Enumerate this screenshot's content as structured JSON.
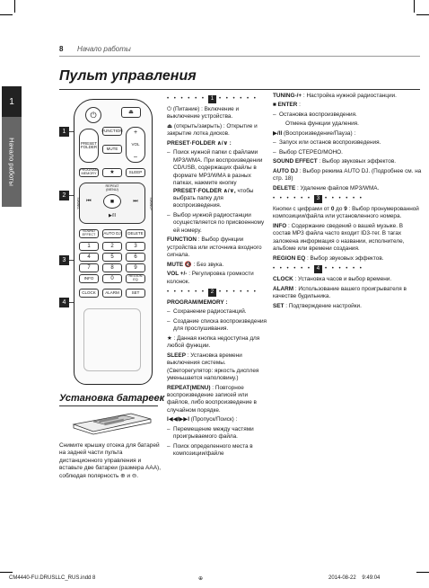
{
  "header": {
    "page_number": "8",
    "section": "Начало работы",
    "title": "Пульт управления"
  },
  "side_tab": {
    "number": "1",
    "label": "Начало работы"
  },
  "remote": {
    "sections": [
      "1",
      "2",
      "3",
      "4"
    ],
    "buttons": {
      "power": "⏻",
      "eject": "⏏",
      "preset_folder": "PRESET\nFOLDER",
      "function": "FUNCTION",
      "plus": "+",
      "vol": "VOL",
      "minus": "–",
      "mute": "MUTE",
      "program_memory": "PROGRAM\nMEMORY",
      "star": "★",
      "sleep": "SLEEP",
      "repeat": "REPEAT\n(MENU)",
      "prev": "⏮",
      "next": "⏭",
      "stop": "■",
      "play": "▶/II",
      "tuning_minus": "TUNING-",
      "tuning_plus": "TUNING+",
      "sound_effect": "SOUND\nEFFECT",
      "auto_dj": "AUTO DJ",
      "delete": "DELETE",
      "n1": "1",
      "n2": "2",
      "n3": "3",
      "n4": "4",
      "n5": "5",
      "n6": "6",
      "n7": "7",
      "n8": "8",
      "n9": "9",
      "info": "INFO",
      "n0": "0",
      "region_eq": "REGION EQ",
      "clock": "CLOCK",
      "alarm": "ALARM",
      "set": "SET"
    }
  },
  "battery": {
    "title": "Установка батареек",
    "text": "Снимите крышку отсека для батарей на задней части пульта дистанционного управления и вставьте две батареи (размера AAA), соблюдая полярность ⊕ и ⊖."
  },
  "col1": {
    "sec1": "1",
    "power_sym": "⏻",
    "power_desc": " (Питание) : Включение и выключение устройства.",
    "eject_sym": "⏏",
    "eject_desc": " (открыть/закрыть) : Открытие и закрытие лотка дисков.",
    "preset_head": "PRESET·FOLDER ∧/∨ :",
    "preset_b1": "Поиск нужной папки с файлами MP3/WMA. При воспроизведении CD/USB, содержащих файлы в формате MP3/WMA в разных папках, нажмите кнопку",
    "preset_b1_bold": "PRESET·FOLDER ∧/∨,",
    "preset_b1_tail": "чтобы выбрать папку для воспроизведения.",
    "preset_b2": "Выбор нужной радиостанции осуществляется по присвоенному ей номеру.",
    "function_label": "FUNCTION",
    "function_desc": " : Выбор функции устройства или источника входного сигнала.",
    "mute_label": "MUTE",
    "mute_desc": " : Без звука.",
    "vol_label": "VOL +/-",
    "vol_desc": " : Регулировка громкости колонок.",
    "sec2": "2",
    "program_head": "PROGRAM/MEMORY :",
    "program_b1": "Сохранение радиостанций.",
    "program_b2": "Создание списка воспроизведения для прослушивания.",
    "star_desc": "★ : Данная кнопка недоступна для любой функции.",
    "sleep_label": "SLEEP",
    "sleep_desc": " : Установка времени выключения системы. (Светорегулятор: яркость дисплея уменьшается наполовину.)",
    "repeat_label": "REPEAT(MENU)",
    "repeat_desc": " : Повторное воспроизведение записей или файлов, либо воспроизведение в случайном порядке.",
    "skip_sym": "I◀◀/▶▶I",
    "skip_desc": " (Пропуск/Поиск) :",
    "skip_b1": "Перемещение между частями проигрываемого файла.",
    "skip_b2": "Поиск определенного места в композиции/файле"
  },
  "col2": {
    "tuning_label": "TUNING-/+",
    "tuning_desc": " : Настройка нужной радиостанции.",
    "enter_label": "■ ENTER",
    "enter_colon": " :",
    "enter_b1": "Остановка воспроизведения.",
    "enter_b1b": "Отмена функции удаления.",
    "play_label": "▶/II",
    "play_desc": " (Воспроизведение/Пауза) :",
    "play_b1": "Запуск или останов воспроизведения.",
    "play_b2": "Выбор СТЕРЕО/МОНО.",
    "sound_label": "SOUND EFFECT",
    "sound_desc": " : Выбор звуковых эффектов.",
    "autodj_label": "AUTO DJ",
    "autodj_desc": " : Выбор режима AUTO DJ. (Подробнее см. на стр. 18)",
    "delete_label": "DELETE",
    "delete_desc": " : Удаление файлов MP3/WMA.",
    "sec3": "3",
    "digits_pre": "Кнопки с цифрами от ",
    "digits_0": "0",
    "digits_mid": " до ",
    "digits_9": "9",
    "digits_desc": " : Выбор пронумерованной композиции/файла или установленного номера.",
    "info_label": "INFO",
    "info_desc": " : Содержание сведений о вашей музыке. В состав MP3 файла часто входит ID3-тег. В тагах заложена информация о названии, исполнителе, альбоме или времени создания.",
    "region_label": "REGION EQ",
    "region_desc": " : Выбор звуковых эффектов.",
    "sec4": "4",
    "clock_label": "CLOCK",
    "clock_desc": " : Установка часов и выбор времени.",
    "alarm_label": "ALARM",
    "alarm_desc": " : Использование вашего проигрывателя в качестве будильника.",
    "set_label": "SET",
    "set_desc": " : Подтверждение настройки."
  },
  "footer": {
    "file": "CM4440-FU.DRUSLLC_RUS.indd   8",
    "date": "2014-08-22",
    "time": "9:49:04"
  }
}
